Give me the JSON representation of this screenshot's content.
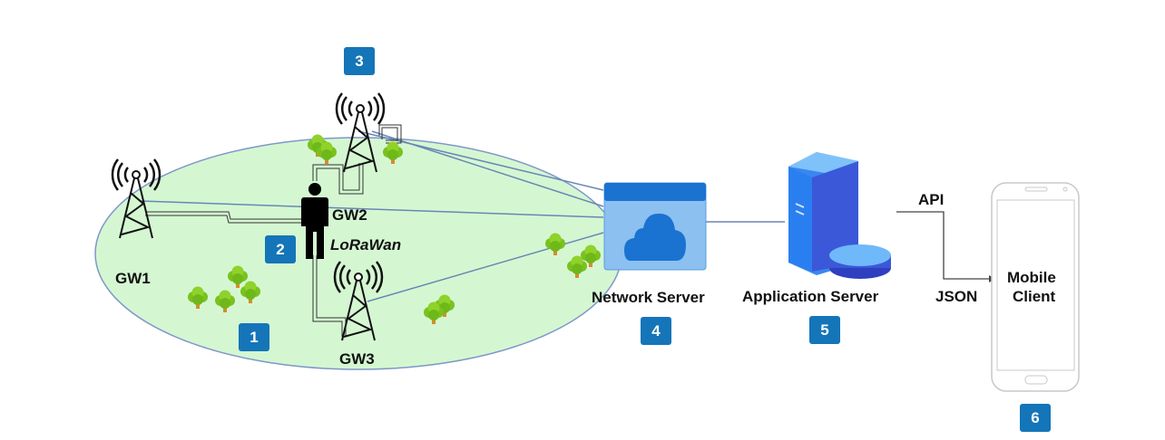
{
  "title": "LoRaWAN IoT architecture",
  "colors": {
    "coverage_fill": "#d4f7d2",
    "coverage_stroke": "#7f97c9",
    "link_line": "#6a86b5",
    "badge": "#1475b9",
    "network_server_header": "#1a73d0",
    "network_server_body": "#8cc0f0",
    "cloud": "#1a73d0",
    "server_blue": "#2c6fe0",
    "tree_green": "#79c21e",
    "tree_trunk": "#d98b2b"
  },
  "labels": {
    "gw1": "GW1",
    "gw2": "GW2",
    "gw3": "GW3",
    "lorawan": "LoRaWan",
    "network_server": "Network Server",
    "application_server": "Application Server",
    "api": "API",
    "json": "JSON",
    "mobile_line1": "Mobile",
    "mobile_line2": "Client"
  },
  "badges": {
    "coverage": "1",
    "end_device": "2",
    "gateway": "3",
    "network_server": "4",
    "application_server": "5",
    "mobile_client": "6"
  }
}
